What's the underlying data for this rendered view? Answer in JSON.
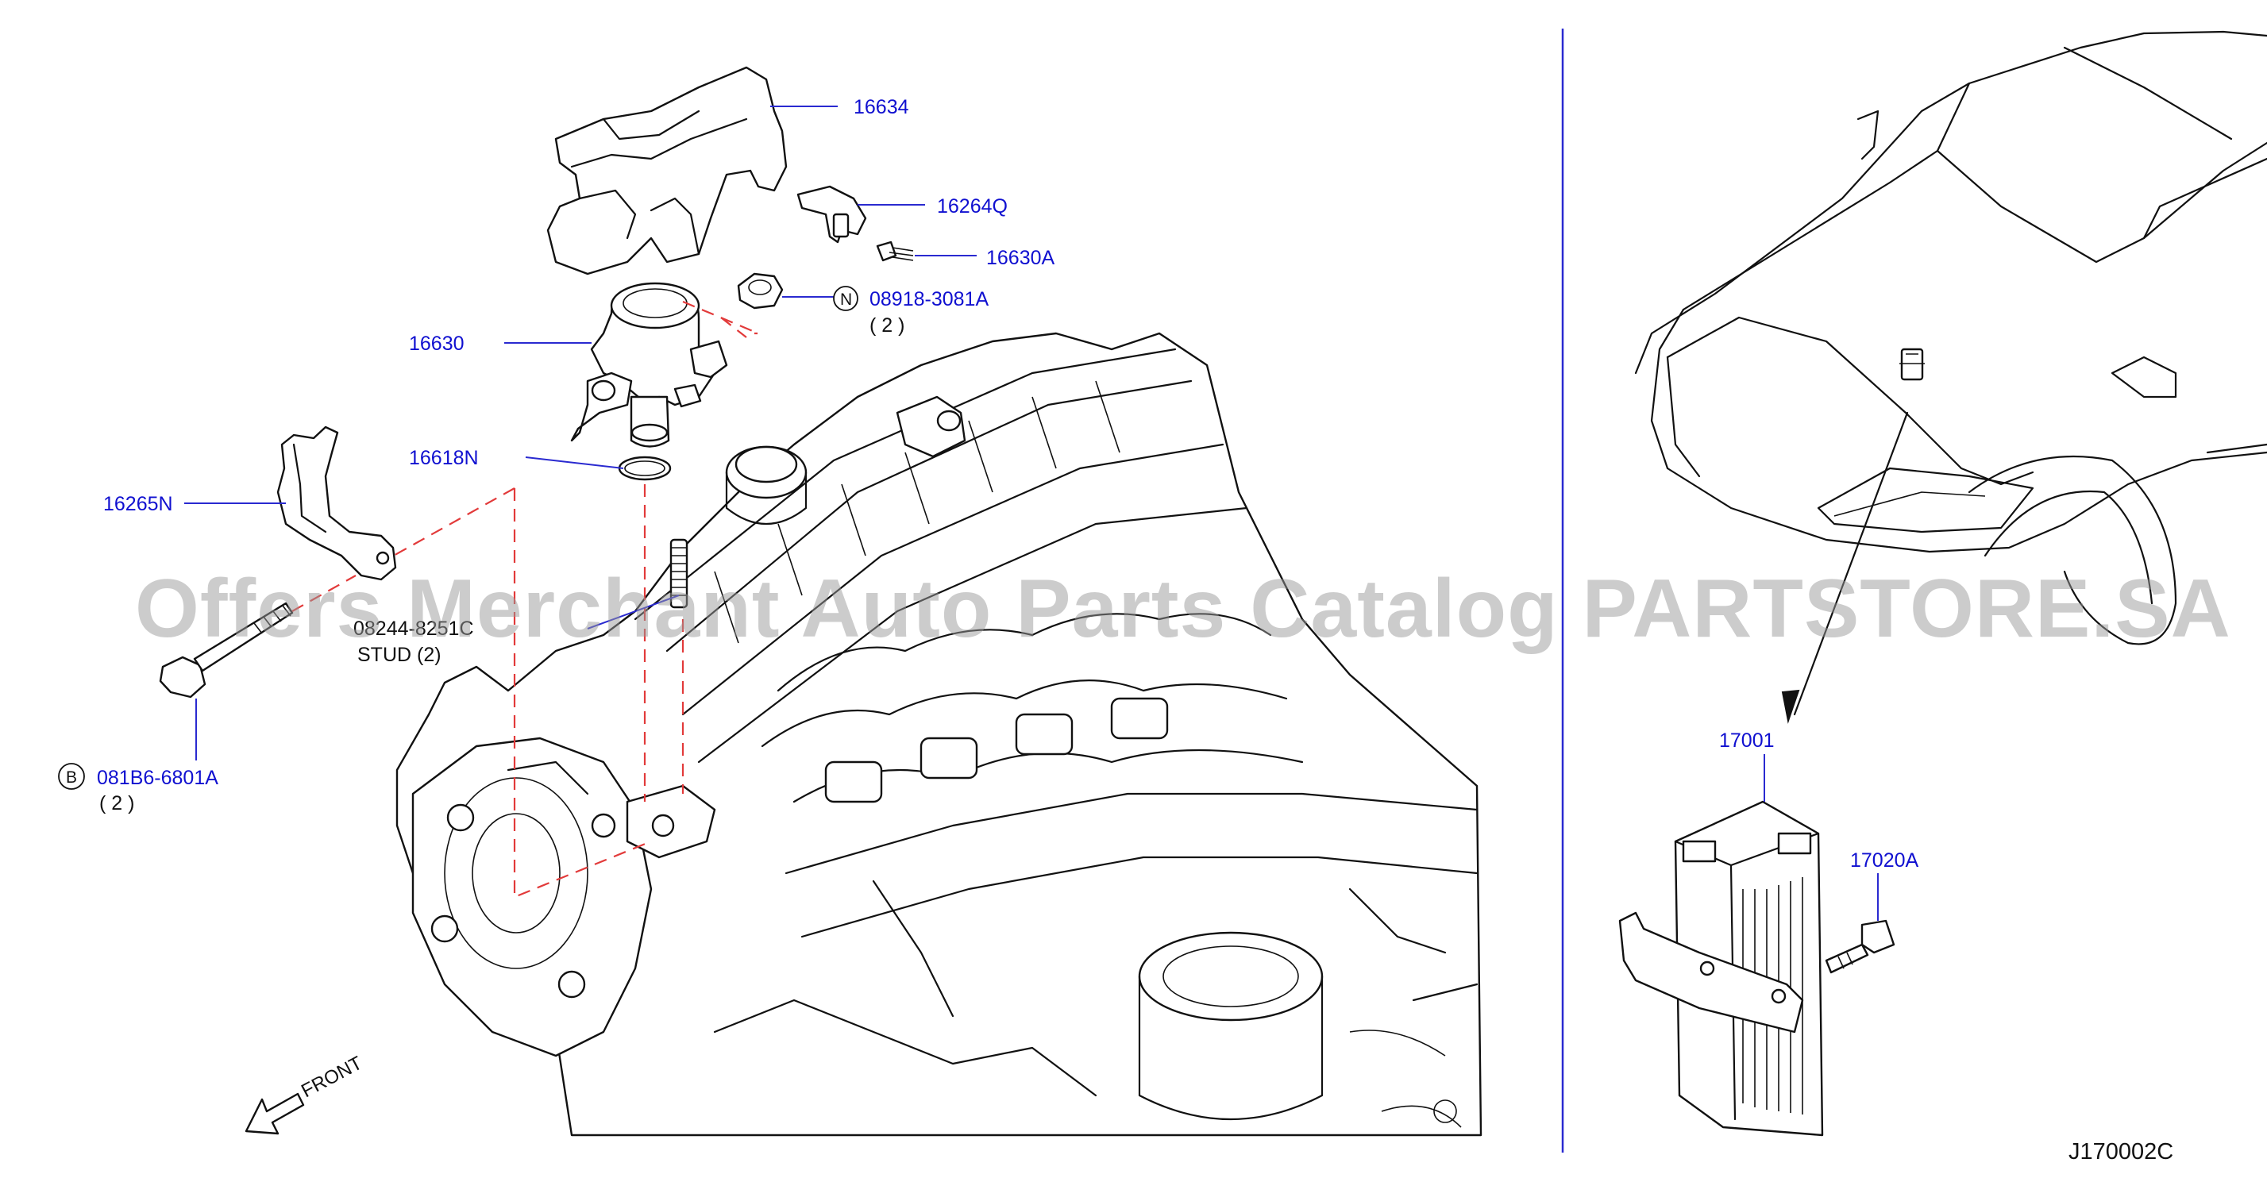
{
  "labels": {
    "p16634": "16634",
    "p16264q": "16264Q",
    "p16630a": "16630A",
    "nut_code": "08918-3081A",
    "nut_qty": "( 2 )",
    "p16630": "16630",
    "p16618n": "16618N",
    "p16265n": "16265N",
    "stud_code": "08244-8251C",
    "stud_text": "STUD (2)",
    "bolt_code": "081B6-6801A",
    "bolt_qty": "( 2 )",
    "p17001": "17001",
    "p17020a": "17020A"
  },
  "circle_marks": {
    "nut": "N",
    "bolt": "B"
  },
  "front_label": "FRONT",
  "figure_ref": "J170002C",
  "watermark": "Offers Merchant Auto Parts Catalog PARTSTORE.SA",
  "colors": {
    "label_text": "#1010d0",
    "leader": "#2a2ad0",
    "dashed_guide": "#e23a3a",
    "linework": "#111111",
    "watermark": "#9a9a9a"
  }
}
